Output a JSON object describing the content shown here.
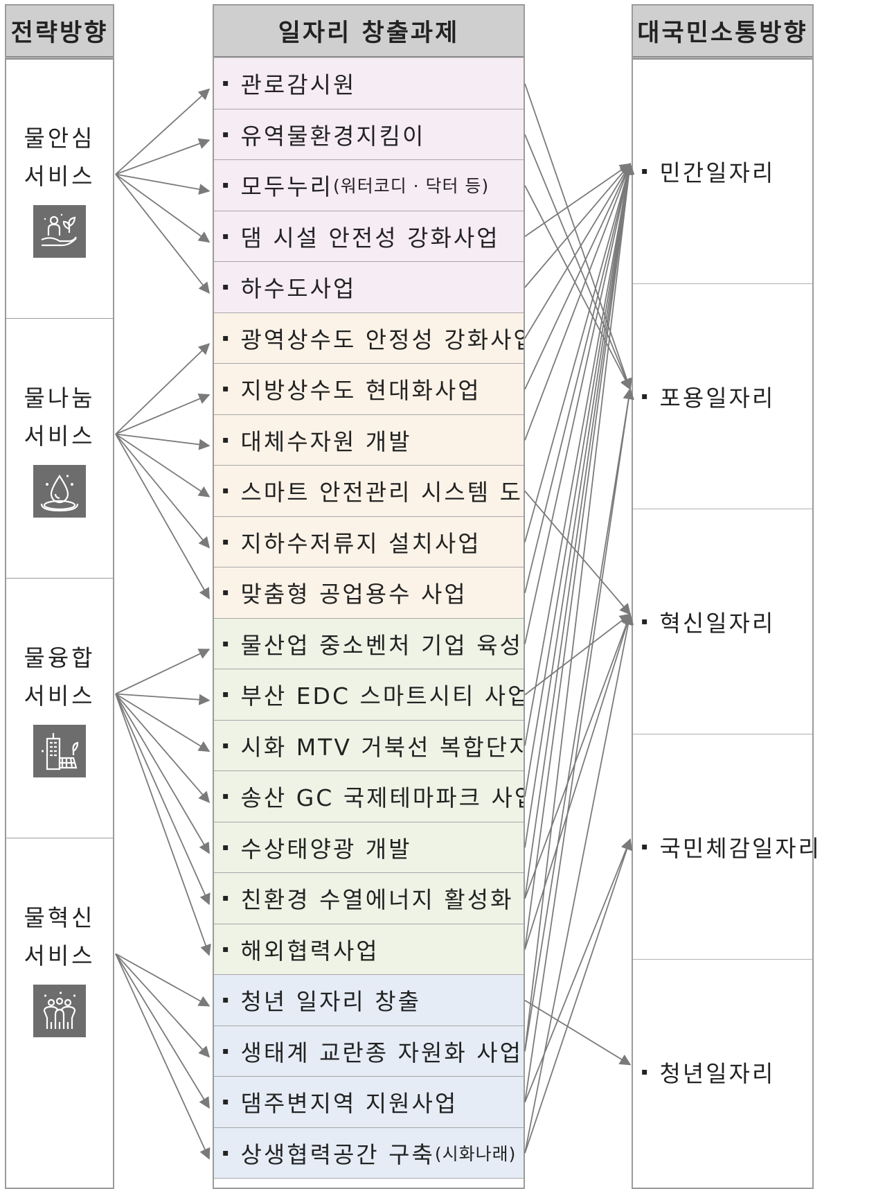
{
  "headers": {
    "strategy": "전략방향",
    "tasks": "일자리 창출과제",
    "communication": "대국민소통방향"
  },
  "strategies": [
    {
      "line1": "물안심",
      "line2": "서비스",
      "icon": "hand-person-plant-icon"
    },
    {
      "line1": "물나눔",
      "line2": "서비스",
      "icon": "water-drop-icon"
    },
    {
      "line1": "물융합",
      "line2": "서비스",
      "icon": "building-solar-icon"
    },
    {
      "line1": "물혁신",
      "line2": "서비스",
      "icon": "people-group-icon"
    }
  ],
  "bullet": "▪",
  "tasks": [
    {
      "main": "관로감시원",
      "sub": "",
      "group": 1
    },
    {
      "main": "유역물환경지킴이",
      "sub": "",
      "group": 1
    },
    {
      "main": "모두누리",
      "sub": "(워터코디 · 닥터 등)",
      "group": 1
    },
    {
      "main": "댐 시설 안전성 강화사업",
      "sub": "",
      "group": 1
    },
    {
      "main": "하수도사업",
      "sub": "",
      "group": 1
    },
    {
      "main": "광역상수도 안정성 강화사업",
      "sub": "",
      "group": 2
    },
    {
      "main": "지방상수도 현대화사업",
      "sub": "",
      "group": 2
    },
    {
      "main": "대체수자원 개발",
      "sub": "",
      "group": 2
    },
    {
      "main": "스마트 안전관리 시스템 도입",
      "sub": "",
      "group": 2
    },
    {
      "main": "지하수저류지 설치사업",
      "sub": "",
      "group": 2
    },
    {
      "main": "맞춤형 공업용수 사업",
      "sub": "",
      "group": 2
    },
    {
      "main": "물산업 중소벤처 기업 육성",
      "sub": "",
      "group": 3
    },
    {
      "main": "부산 EDC 스마트시티 사업",
      "sub": "",
      "group": 3
    },
    {
      "main": "시화 MTV 거북선 복합단지",
      "sub": "",
      "group": 3
    },
    {
      "main": "송산 GC 국제테마파크 사업",
      "sub": "",
      "group": 3
    },
    {
      "main": "수상태양광 개발",
      "sub": "",
      "group": 3
    },
    {
      "main": "친환경 수열에너지 활성화",
      "sub": "",
      "group": 3
    },
    {
      "main": "해외협력사업",
      "sub": "",
      "group": 3
    },
    {
      "main": "청년 일자리 창출",
      "sub": "",
      "group": 4
    },
    {
      "main": "생태계 교란종 자원화 사업",
      "sub": "",
      "group": 4
    },
    {
      "main": "댐주변지역 지원사업",
      "sub": "",
      "group": 4
    },
    {
      "main": "상생협력공간 구축",
      "sub": "(시화나래)",
      "group": 4
    }
  ],
  "communications": [
    {
      "label": "민간일자리"
    },
    {
      "label": "포용일자리"
    },
    {
      "label": "혁신일자리"
    },
    {
      "label": "국민체감일자리"
    },
    {
      "label": "청년일자리"
    }
  ],
  "left_links": [
    [
      0,
      0
    ],
    [
      0,
      1
    ],
    [
      0,
      2
    ],
    [
      0,
      3
    ],
    [
      0,
      4
    ],
    [
      1,
      5
    ],
    [
      1,
      6
    ],
    [
      1,
      7
    ],
    [
      1,
      8
    ],
    [
      1,
      9
    ],
    [
      1,
      10
    ],
    [
      2,
      11
    ],
    [
      2,
      12
    ],
    [
      2,
      13
    ],
    [
      2,
      14
    ],
    [
      2,
      15
    ],
    [
      2,
      16
    ],
    [
      2,
      17
    ],
    [
      3,
      18
    ],
    [
      3,
      19
    ],
    [
      3,
      20
    ],
    [
      3,
      21
    ]
  ],
  "right_links": [
    [
      0,
      1
    ],
    [
      1,
      1
    ],
    [
      2,
      1
    ],
    [
      3,
      0
    ],
    [
      4,
      0
    ],
    [
      5,
      0
    ],
    [
      6,
      0
    ],
    [
      7,
      0
    ],
    [
      8,
      2
    ],
    [
      9,
      0
    ],
    [
      10,
      0
    ],
    [
      11,
      0
    ],
    [
      12,
      2
    ],
    [
      13,
      0
    ],
    [
      14,
      0
    ],
    [
      15,
      0
    ],
    [
      16,
      0
    ],
    [
      17,
      0
    ],
    [
      18,
      4
    ],
    [
      19,
      0
    ],
    [
      20,
      3
    ],
    [
      21,
      3
    ],
    [
      19,
      1
    ],
    [
      20,
      1
    ],
    [
      21,
      2
    ],
    [
      17,
      2
    ],
    [
      16,
      2
    ]
  ],
  "colors": {
    "header_bg": "#cfcfcf",
    "border": "#9a9a9a",
    "arrow": "#7a7a7a",
    "icon_bg": "#6d6d6d",
    "group1": "#f6ecf4",
    "group2": "#fbf3e8",
    "group3": "#eef3e6",
    "group4": "#e5ecf6"
  }
}
